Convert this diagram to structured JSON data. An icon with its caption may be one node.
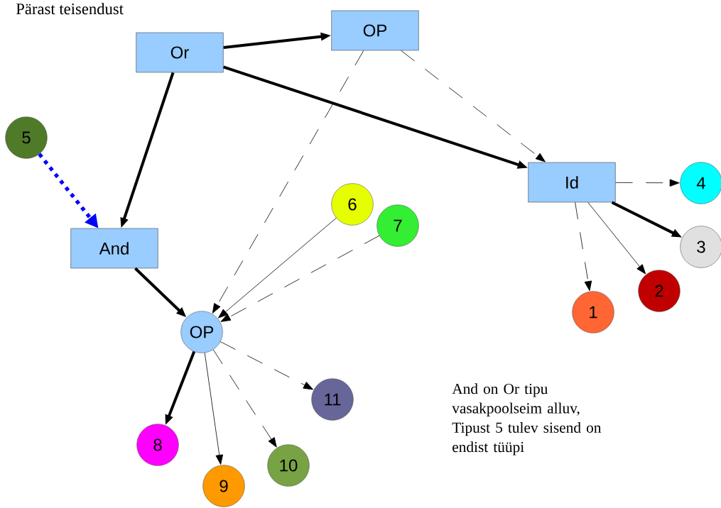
{
  "diagram": {
    "title": "Pärast teisendust",
    "nodes": [
      {
        "text": [
          "Or"
        ]
      },
      {
        "text": [
          "OP"
        ]
      },
      {
        "text": [
          "5"
        ]
      },
      {
        "text": [
          "Id"
        ]
      },
      {
        "text": [
          "4"
        ]
      },
      {
        "text": [
          "6"
        ]
      },
      {
        "text": [
          "7"
        ]
      },
      {
        "text": [
          "And"
        ]
      },
      {
        "text": [
          "3"
        ]
      },
      {
        "text": [
          "2"
        ]
      },
      {
        "text": [
          "1"
        ]
      },
      {
        "text": [
          "OP"
        ]
      },
      {
        "text": [
          "11"
        ]
      },
      {
        "text": [
          "8"
        ]
      },
      {
        "text": [
          "10"
        ]
      },
      {
        "text": [
          "9"
        ]
      }
    ],
    "edges": [
      {
        "from": 0,
        "to": 1,
        "arrow": "to",
        "style": "thick"
      },
      {
        "from": 0,
        "to": 3,
        "arrow": "to",
        "style": "thick"
      },
      {
        "from": 0,
        "to": 7,
        "arrow": "to",
        "style": "thick"
      },
      {
        "from": 1,
        "to": 3,
        "arrow": "to",
        "style": "dashed"
      },
      {
        "from": 1,
        "to": 11,
        "arrow": "to",
        "style": "dashed"
      },
      {
        "from": 2,
        "to": 7,
        "arrow": "to",
        "style": "dashed",
        "color": "#0000ff"
      },
      {
        "from": 3,
        "to": 4,
        "arrow": "to",
        "style": "dashed"
      },
      {
        "from": 3,
        "to": 8,
        "arrow": "to",
        "style": "thick"
      },
      {
        "from": 3,
        "to": 9,
        "arrow": "to"
      },
      {
        "from": 3,
        "to": 10,
        "arrow": "to",
        "style": "dashed"
      },
      {
        "from": 7,
        "to": 11,
        "arrow": "to",
        "style": "thick"
      },
      {
        "from": 5,
        "to": 11,
        "arrow": "to"
      },
      {
        "from": 6,
        "to": 11,
        "arrow": "to",
        "style": "dashed"
      },
      {
        "from": 11,
        "to": 13,
        "arrow": "to",
        "style": "thick"
      },
      {
        "from": 11,
        "to": 15,
        "arrow": "to"
      },
      {
        "from": 11,
        "to": 14,
        "arrow": "to",
        "style": "dashed"
      },
      {
        "from": 11,
        "to": 12,
        "arrow": "to",
        "style": "dashed"
      }
    ],
    "labels": [
      "And on Or tipu vasakpoolseim alluv, Tipust 5 tulev sisend on endist tüüpi"
    ]
  }
}
